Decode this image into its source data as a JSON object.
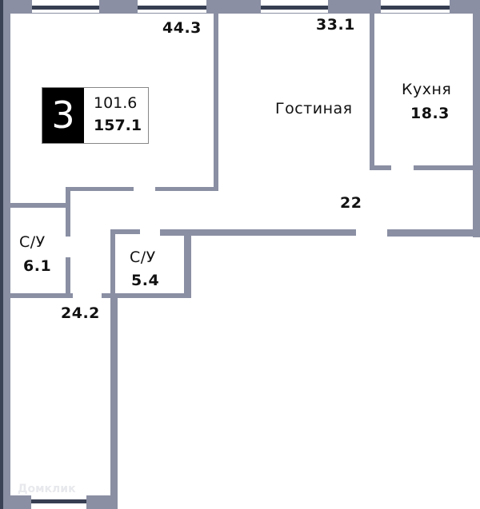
{
  "apartment": {
    "rooms_count": "3",
    "living_area": "101.6",
    "total_area": "157.1"
  },
  "rooms": [
    {
      "id": "bedroom-large",
      "name": "",
      "area": "44.3"
    },
    {
      "id": "living-room",
      "name": "Гостиная",
      "area": "33.1"
    },
    {
      "id": "kitchen",
      "name": "Кухня",
      "area": "18.3"
    },
    {
      "id": "hallway",
      "name": "",
      "area": "22"
    },
    {
      "id": "bathroom-1",
      "name": "С/У",
      "area": "6.1"
    },
    {
      "id": "bathroom-2",
      "name": "С/У",
      "area": "5.4"
    },
    {
      "id": "bedroom-left",
      "name": "",
      "area": "24.2"
    }
  ],
  "colors": {
    "wall": "#8a8fa3",
    "outer_wall": "#3a4255",
    "window_bar": "#363e52",
    "badge_bg": "#000000"
  },
  "watermark": "Домклик"
}
